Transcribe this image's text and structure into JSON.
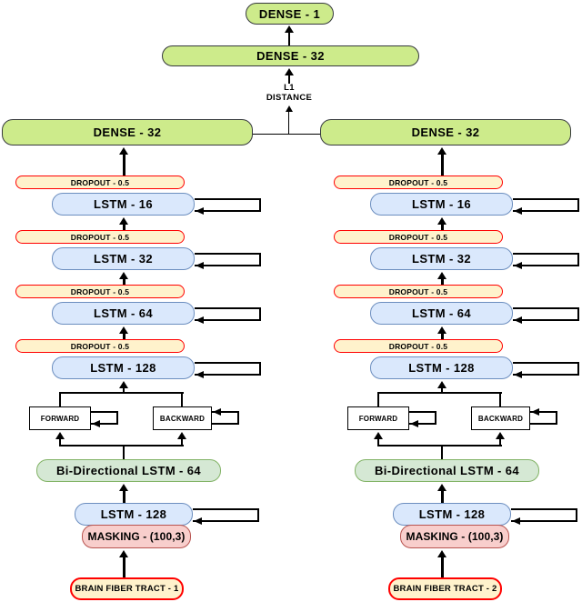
{
  "top": {
    "output_dense": "DENSE - 1",
    "merge_dense": "DENSE - 32",
    "distance": {
      "line1": "L1",
      "line2": "DISTANCE"
    }
  },
  "branches": [
    {
      "dense": "DENSE - 32",
      "stack": [
        {
          "dropout": "DROPOUT - 0.5",
          "lstm": "LSTM - 16"
        },
        {
          "dropout": "DROPOUT - 0.5",
          "lstm": "LSTM - 32"
        },
        {
          "dropout": "DROPOUT - 0.5",
          "lstm": "LSTM - 64"
        },
        {
          "dropout": "DROPOUT - 0.5",
          "lstm": "LSTM - 128"
        }
      ],
      "forward": "FORWARD",
      "backward": "BACKWARD",
      "bidirectional": "Bi-Directional LSTM - 64",
      "lstm_input": "LSTM - 128",
      "masking": "MASKING - (100,3)",
      "input": "BRAIN FIBER TRACT - 1"
    },
    {
      "dense": "DENSE - 32",
      "stack": [
        {
          "dropout": "DROPOUT - 0.5",
          "lstm": "LSTM - 16"
        },
        {
          "dropout": "DROPOUT - 0.5",
          "lstm": "LSTM - 32"
        },
        {
          "dropout": "DROPOUT - 0.5",
          "lstm": "LSTM - 64"
        },
        {
          "dropout": "DROPOUT - 0.5",
          "lstm": "LSTM - 128"
        }
      ],
      "forward": "FORWARD",
      "backward": "BACKWARD",
      "bidirectional": "Bi-Directional LSTM - 64",
      "lstm_input": "LSTM - 128",
      "masking": "MASKING - (100,3)",
      "input": "BRAIN FIBER TRACT - 2"
    }
  ],
  "colors": {
    "dense_fill": "#cdeb8b",
    "dense_stroke": "#36393d",
    "lstm_fill": "#dae8fc",
    "lstm_stroke": "#6c8ebf",
    "dropout_fill": "#fff2cc",
    "dropout_stroke": "#ff0000",
    "bilstm_fill": "#d5e8d4",
    "bilstm_stroke": "#82b366",
    "masking_fill": "#f8cecc",
    "masking_stroke": "#b85450",
    "input_fill": "#fff2cc",
    "input_stroke": "#ff0000",
    "line": "#000000"
  }
}
